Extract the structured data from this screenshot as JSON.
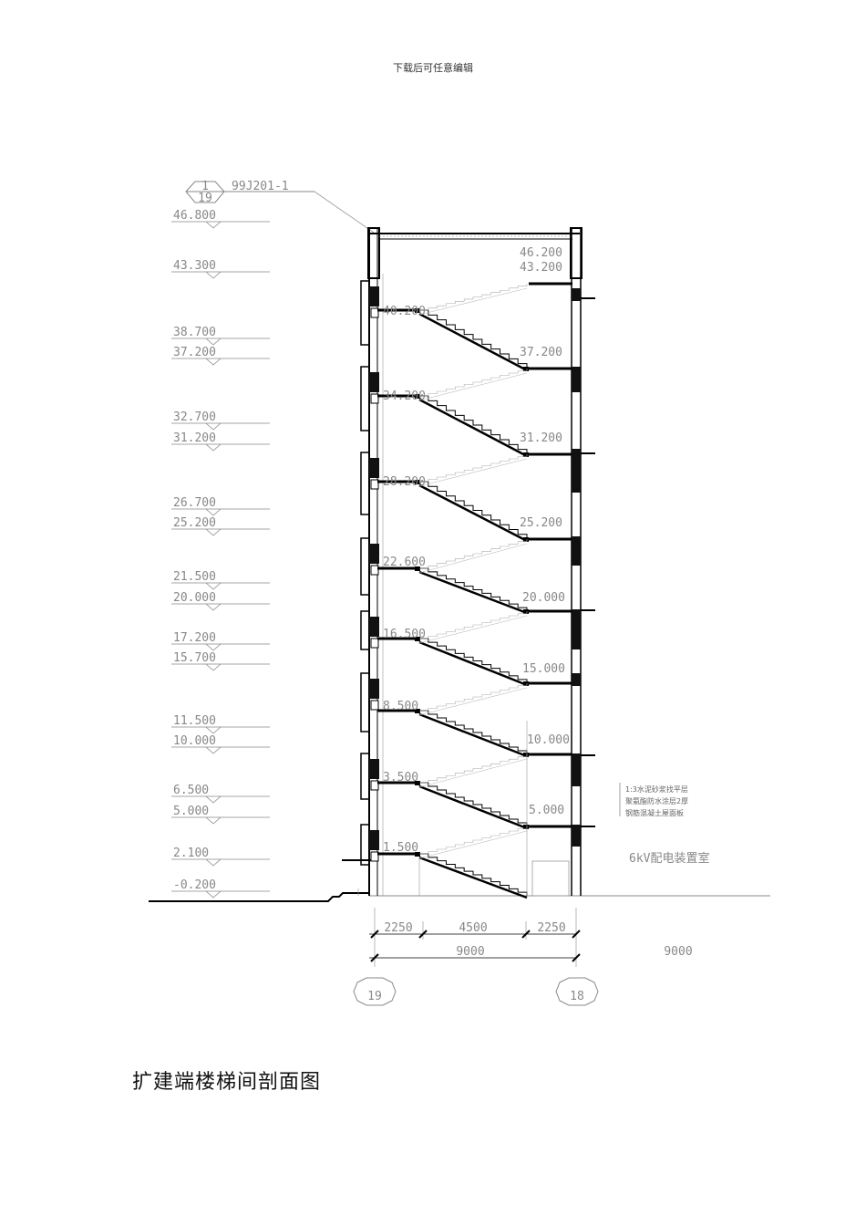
{
  "header": {
    "watermark": "下载后可任意编辑"
  },
  "detail_ref": {
    "index": "1",
    "sheet": "19",
    "standard": "99J201-1"
  },
  "left_elevations": [
    "46.800",
    "43.300",
    "38.700",
    "37.200",
    "32.700",
    "31.200",
    "26.700",
    "25.200",
    "21.500",
    "20.000",
    "17.200",
    "15.700",
    "11.500",
    "10.000",
    "6.500",
    "5.000",
    "2.100",
    "-0.200"
  ],
  "left_landings": [
    "40.200",
    "34.200",
    "28.200",
    "22.600",
    "16.500",
    "8.500",
    "3.500",
    "1.500"
  ],
  "right_landings": [
    "46.200",
    "43.200",
    "37.200",
    "31.200",
    "25.200",
    "20.000",
    "15.000",
    "10.000",
    "5.000"
  ],
  "dimensions": {
    "d1": "2250",
    "d2": "4500",
    "d3": "2250",
    "total": "9000",
    "right_bay": "9000"
  },
  "axes": {
    "left": "19",
    "right": "18"
  },
  "note": {
    "line1": "1:3水泥砂浆找平层",
    "line2": "聚氨酯防水涂层2厚",
    "line3": "钢筋混凝土屋面板"
  },
  "room_label": "6kV配电装置室",
  "caption": "扩建端楼梯间剖面图"
}
